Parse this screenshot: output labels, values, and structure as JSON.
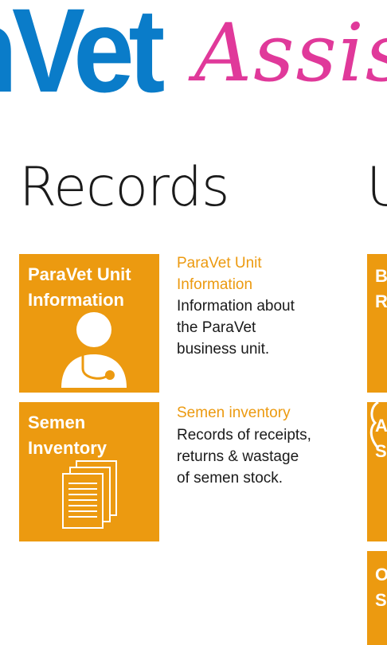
{
  "app": {
    "logo_part1": "nVet",
    "logo_part2": "Assis"
  },
  "section": {
    "title": "Records",
    "next_title": "U"
  },
  "tiles": [
    {
      "label": "ParaVet Unit Information",
      "icon": "user-icon",
      "desc_title": "ParaVet Unit Information",
      "desc_body": "Information about the ParaVet business unit."
    },
    {
      "label": "Semen Inventory",
      "icon": "documents-icon",
      "desc_title": "Semen inventory",
      "desc_body": "Records of receipts, returns & wastage of semen stock."
    }
  ],
  "peek_tiles": [
    {
      "line1": "B",
      "line2": "R"
    },
    {
      "line1": "A",
      "line2": "S"
    },
    {
      "line1": "O",
      "line2": "S"
    }
  ],
  "colors": {
    "tile": "#ec9a10",
    "logo_blue": "#0a7cc9",
    "logo_pink": "#e0399a"
  }
}
